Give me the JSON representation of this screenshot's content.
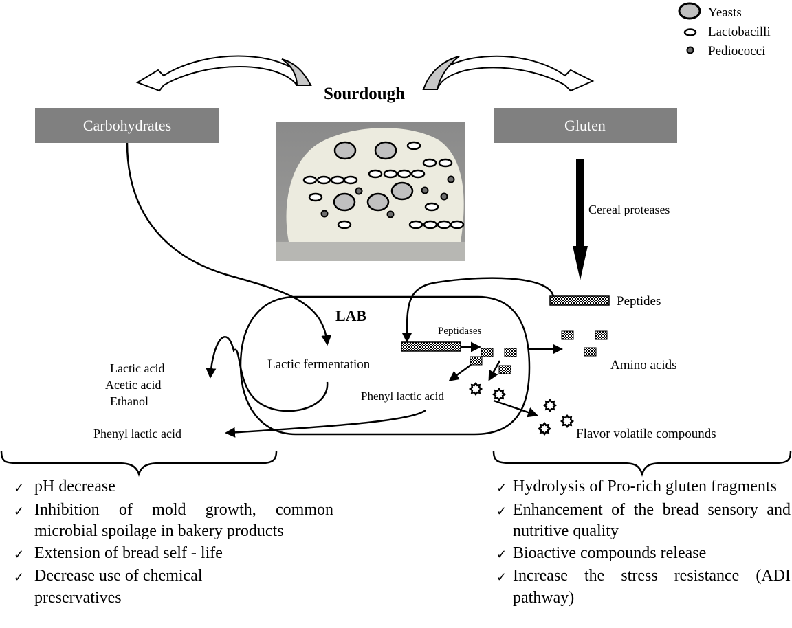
{
  "legend": {
    "items": [
      {
        "label": "Yeasts",
        "icon": "yeast-icon"
      },
      {
        "label": "Lactobacilli",
        "icon": "lactobacilli-icon"
      },
      {
        "label": "Pediococci",
        "icon": "pediococci-icon"
      }
    ]
  },
  "colors": {
    "box_fill": "#808080",
    "yeast_fill": "#c0c0c0",
    "pediococci_fill": "#6e6e6e",
    "arrow_fill": "#c8c8c8",
    "line": "#000000"
  },
  "title": "Sourdough",
  "boxes": {
    "left": "Carbohydrates",
    "right": "Gluten"
  },
  "labels": {
    "cereal_proteases": "Cereal proteases",
    "peptides": "Peptides",
    "lab": "LAB",
    "peptidases": "Peptidases",
    "lactic_fermentation": "Lactic fermentation",
    "phenyl_lactic_acid_inner": "Phenyl lactic acid",
    "amino_acids": "Amino acids",
    "flavor_volatile": "Flavor volatile compounds",
    "lactic_acid": "Lactic acid",
    "acetic_acid": "Acetic acid",
    "ethanol": "Ethanol",
    "phenyl_lactic_acid_outer": "Phenyl lactic acid"
  },
  "left_effects": [
    {
      "check": "✓",
      "text": " pH decrease"
    },
    {
      "check": "✓",
      "text": "Inhibition of mold growth, common microbial spoilage in bakery products"
    },
    {
      "check": "✓",
      "text": "Extension of bread self - life"
    },
    {
      "check": "✓",
      "text": "Decrease use of chemical preservatives"
    }
  ],
  "right_effects": [
    {
      "check": "✓",
      "text": "Hydrolysis of Pro-rich gluten fragments"
    },
    {
      "check": "✓",
      "text": "Enhancement of the bread sensory and nutritive quality"
    },
    {
      "check": "✓",
      "text": "Bioactive compounds release"
    },
    {
      "check": "✓",
      "text": "Increase the stress resistance (ADI pathway)"
    }
  ]
}
